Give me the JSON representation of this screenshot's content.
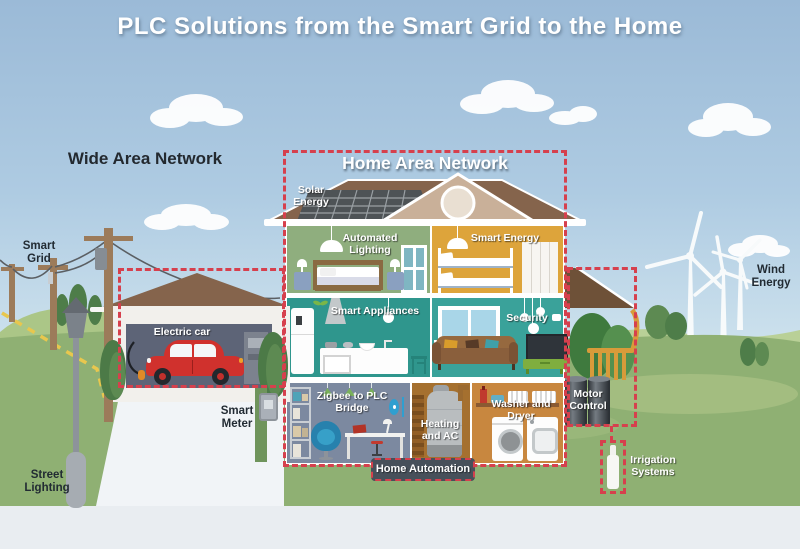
{
  "title": "PLC Solutions from the Smart Grid to the Home",
  "networks": {
    "wan": "Wide Area Network",
    "han": "Home Area Network"
  },
  "wide_area": {
    "smart_grid": "Smart Grid",
    "street_lighting": "Street Lighting",
    "smart_meter": "Smart Meter",
    "wind_energy": "Wind Energy"
  },
  "home": {
    "solar_energy": "Solar Energy",
    "rooms": [
      {
        "label": "Automated Lighting"
      },
      {
        "label": "Smart Energy"
      },
      {
        "label": "Smart Appliances"
      },
      {
        "label": "Security"
      },
      {
        "label": "Zigbee to PLC Bridge"
      },
      {
        "label": "Heating and AC"
      },
      {
        "label": "Washer and Dryer"
      }
    ],
    "garage": "Electric car",
    "home_automation": "Home Automation",
    "motor_control": "Motor Control",
    "irrigation_systems": "Irrigation Systems"
  },
  "colors": {
    "network_dash_red": "#d6404d",
    "plc_path_yellow": "#e8c74e",
    "room_green": "#8fae7e",
    "room_orange": "#dda43b",
    "room_kitchen_teal": "#2f968d",
    "room_living_teal": "#3aa29a",
    "room_basement_blue": "#7c89a0",
    "room_heating_brown": "#a5702f",
    "room_laundry_orange": "#c8873f",
    "roof_brown": "#85644c",
    "car_red": "#d0312d"
  }
}
